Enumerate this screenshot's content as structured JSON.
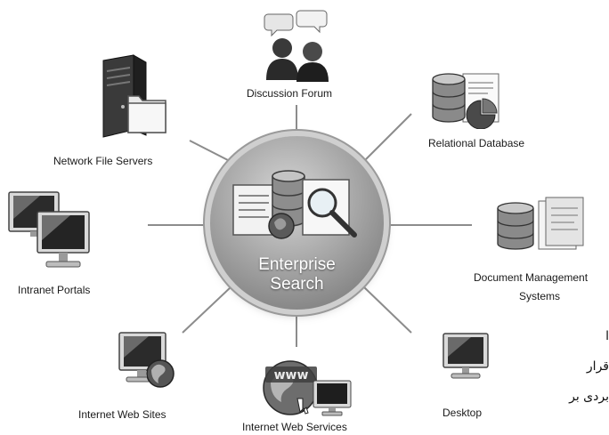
{
  "hub": {
    "line1": "Enterprise",
    "line2": "Search",
    "icon": "search-documents-database-icon"
  },
  "nodes": {
    "discussion_forum": {
      "label": "Discussion Forum",
      "icon": "people-chat-icon"
    },
    "relational_database": {
      "label": "Relational Database",
      "icon": "database-chart-icon"
    },
    "document_management": {
      "label_line1": "Document Management",
      "label_line2": "Systems",
      "icon": "database-folder-icon"
    },
    "desktop": {
      "label": "Desktop",
      "icon": "monitor-icon"
    },
    "internet_web_services": {
      "label": "Internet Web Services",
      "icon": "www-globe-monitor-icon"
    },
    "internet_web_sites": {
      "label": "Internet Web Sites",
      "icon": "monitor-globe-icon"
    },
    "intranet_portals": {
      "label": "Intranet Portals",
      "icon": "dual-monitor-icon"
    },
    "network_file_servers": {
      "label": "Network File Servers",
      "icon": "server-folder-icon"
    }
  },
  "overflow_text": [
    "ا",
    "قرار",
    "بردی بر"
  ],
  "colors": {
    "spoke": "#8c8c8c",
    "hub_light": "#d6d6d6",
    "hub_dark": "#6f6f6f",
    "text": "#1a1a1a"
  }
}
